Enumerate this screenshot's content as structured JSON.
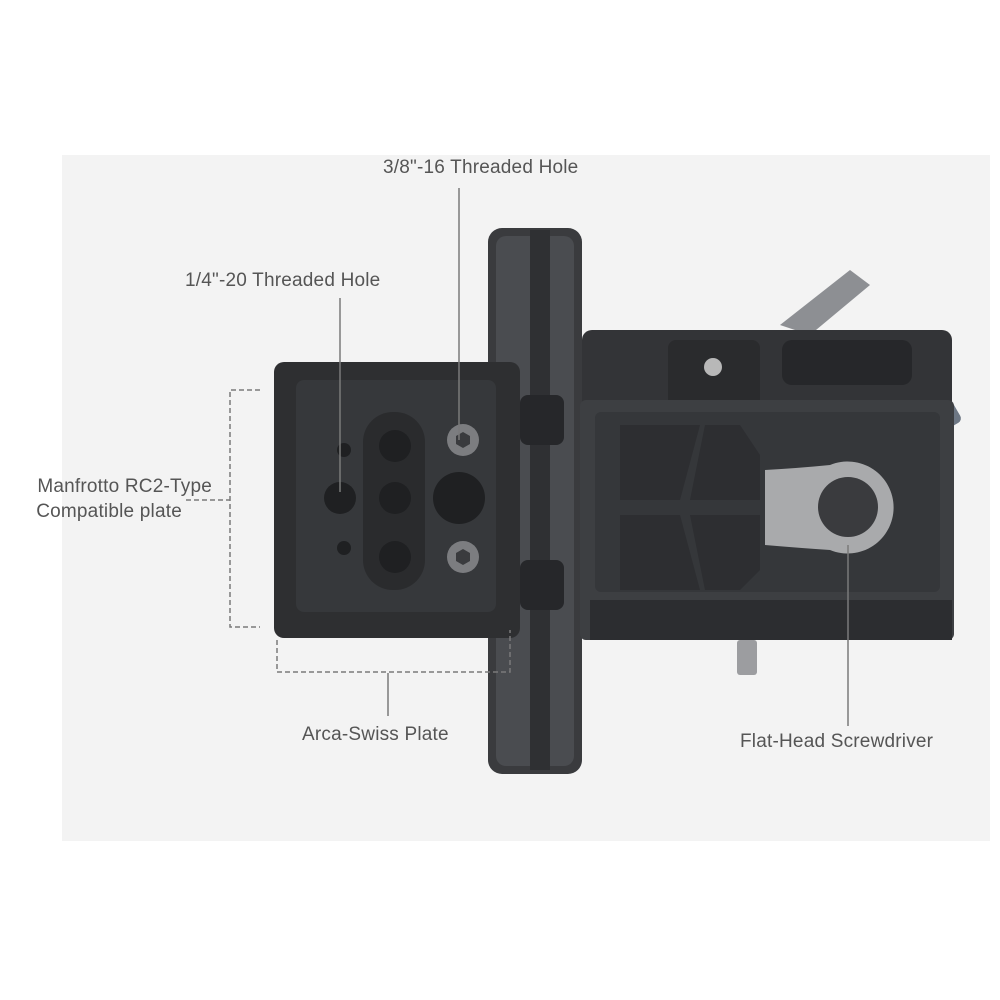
{
  "callouts": {
    "threaded_hole_38": "3/8\"-16 Threaded Hole",
    "threaded_hole_14": "1/4\"-20 Threaded Hole",
    "manfrotto_line1": "Manfrotto RC2-Type",
    "manfrotto_line2": "Compatible plate",
    "arca_swiss": "Arca-Swiss Plate",
    "screwdriver": "Flat-Head Screwdriver"
  },
  "colors": {
    "background": "#f3f3f3",
    "label_text": "#555555",
    "leader_line": "#7a7a7a",
    "metal_dark": "#2e2f31",
    "metal_mid": "#45474a",
    "screwdriver_silver": "#a9aaac"
  }
}
